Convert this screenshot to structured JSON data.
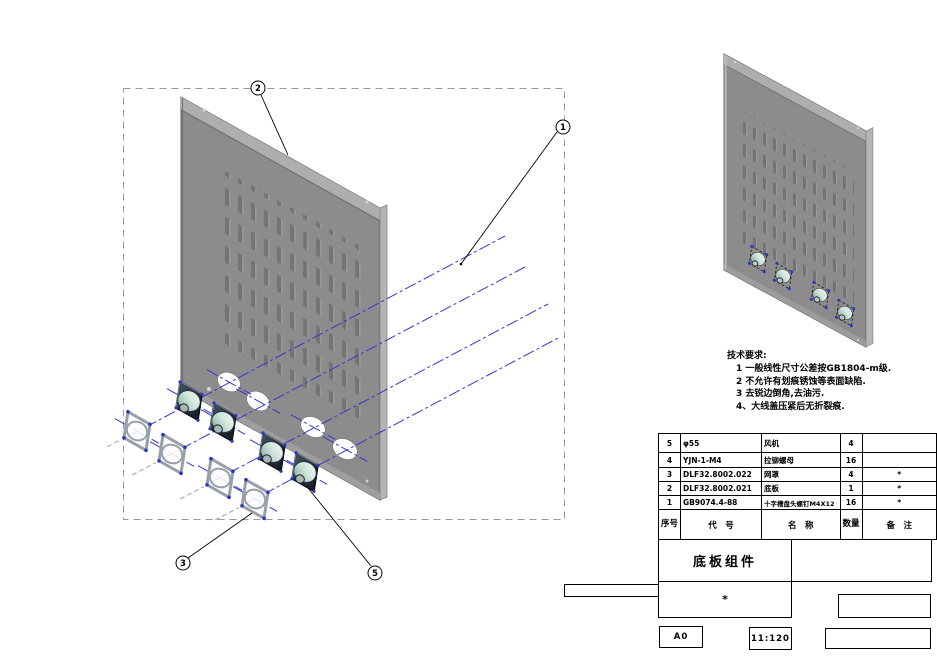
{
  "drawing": {
    "callouts": {
      "b1": "1",
      "b2": "2",
      "b3": "3",
      "b5": "5"
    },
    "colors": {
      "panel_gray": "#8c8c8c",
      "centerline_blue": "#3538c8",
      "corner_dot_blue": "#2a35c8",
      "fan_teal": "#9fc4b8",
      "line_black": "#000000"
    }
  },
  "notes": {
    "title": "技术要求:",
    "items": [
      "1  一般线性尺寸公差按GB1804-m级.",
      "2  不允许有划痕锈蚀等表面缺陷.",
      "3  去锐边倒角,去油污.",
      "4、大线盖压紧后无折裂痕."
    ]
  },
  "bom": {
    "headers": {
      "seq": "序号",
      "code": "代　号",
      "name": "名　称",
      "qty": "数量",
      "remark": "备　注"
    },
    "rows": [
      {
        "seq": "5",
        "code": "φ55",
        "name": "风机",
        "qty": "4",
        "remark": ""
      },
      {
        "seq": "4",
        "code": "YJN-1-M4",
        "name": "拉铆螺母",
        "qty": "16",
        "remark": ""
      },
      {
        "seq": "3",
        "code": "DLF32.8002.022",
        "name": "网罩",
        "qty": "4",
        "remark": "*"
      },
      {
        "seq": "2",
        "code": "DLF32.8002.021",
        "name": "底板",
        "qty": "1",
        "remark": "*"
      },
      {
        "seq": "1",
        "code": "GB9074.4-88",
        "name": "十字槽盘头螺钉M4X12",
        "qty": "16",
        "remark": "*"
      }
    ]
  },
  "title_block": {
    "title": "底板组件",
    "mark": "*",
    "sheet_size": "A0",
    "scale": "11:120"
  }
}
